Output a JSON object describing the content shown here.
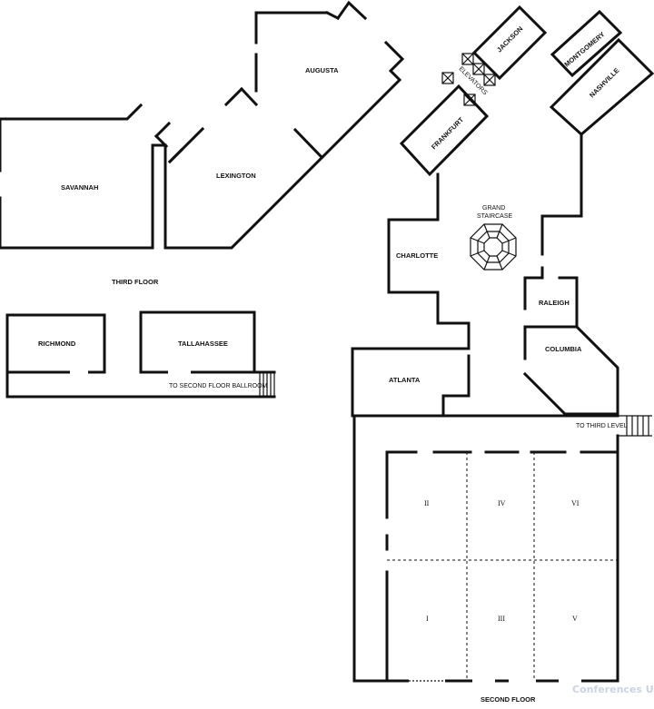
{
  "third_floor": {
    "title": "THIRD FLOOR",
    "rooms": {
      "savannah": "SAVANNAH",
      "lexington": "LEXINGTON",
      "augusta": "AUGUSTA",
      "richmond": "RICHMOND",
      "tallahassee": "TALLAHASSEE"
    },
    "stairs_note": "TO SECOND FLOOR BALLROOM"
  },
  "second_floor": {
    "title": "SECOND FLOOR",
    "rooms": {
      "jackson": "JACKSON",
      "montgomery": "MONTGOMERY",
      "nashville": "NASHVILLE",
      "frankfurt": "FRANKFURT",
      "elevators": "ELEVATORS",
      "grand_staircase_line1": "GRAND",
      "grand_staircase_line2": "STAIRCASE",
      "charlotte": "CHARLOTTE",
      "raleigh": "RALEIGH",
      "columbia": "COLUMBIA",
      "atlanta": "ATLANTA"
    },
    "stairs_note": "TO THIRD LEVEL",
    "ballroom_sections": [
      "I",
      "II",
      "III",
      "IV",
      "V",
      "VI"
    ]
  },
  "watermark": "Conferences UK"
}
